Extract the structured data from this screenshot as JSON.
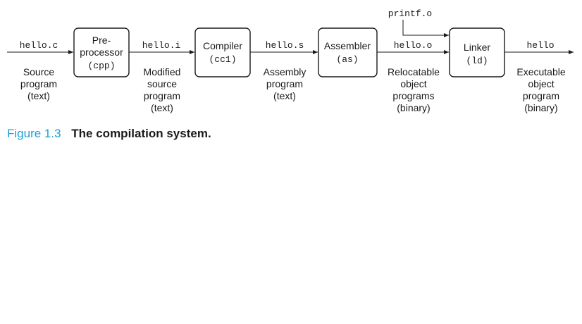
{
  "stages": [
    {
      "id": "preprocessor",
      "lines": [
        "Pre-",
        "processor"
      ],
      "program": "(cpp)"
    },
    {
      "id": "compiler",
      "lines": [
        "Compiler"
      ],
      "program": "(cc1)"
    },
    {
      "id": "assembler",
      "lines": [
        "Assembler"
      ],
      "program": "(as)"
    },
    {
      "id": "linker",
      "lines": [
        "Linker"
      ],
      "program": "(ld)"
    }
  ],
  "files": [
    {
      "id": "hello-c",
      "name": "hello.c",
      "desc": [
        "Source",
        "program",
        "(text)"
      ]
    },
    {
      "id": "hello-i",
      "name": "hello.i",
      "desc": [
        "Modified",
        "source",
        "program",
        "(text)"
      ]
    },
    {
      "id": "hello-s",
      "name": "hello.s",
      "desc": [
        "Assembly",
        "program",
        "(text)"
      ]
    },
    {
      "id": "hello-o",
      "name": "hello.o",
      "desc": [
        "Relocatable",
        "object",
        "programs",
        "(binary)"
      ]
    },
    {
      "id": "hello",
      "name": "hello",
      "desc": [
        "Executable",
        "object",
        "program",
        "(binary)"
      ]
    }
  ],
  "extra_input": {
    "name": "printf.o"
  },
  "caption": {
    "label": "Figure 1.3",
    "title": "The compilation system."
  }
}
